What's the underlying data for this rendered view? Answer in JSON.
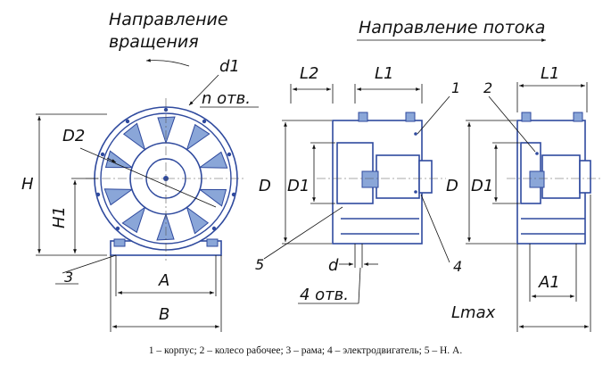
{
  "headings": {
    "rotation_direction": [
      "Направление",
      "вращения"
    ],
    "flow_direction": "Направление потока"
  },
  "labels": {
    "d1": "d1",
    "n_holes": "n отв.",
    "D2": "D2",
    "H": "H",
    "H1": "H1",
    "A": "A",
    "B": "B",
    "callout_3": "3",
    "L2": "L2",
    "L1": "L1",
    "D": "D",
    "D1": "D1",
    "d": "d",
    "four_holes": "4 отв.",
    "callout_1": "1",
    "callout_4": "4",
    "callout_5": "5",
    "callout_2": "2",
    "L1_right": "L1",
    "D_right": "D",
    "D1_right": "D1",
    "A1": "A1",
    "Lmax": "Lmax"
  },
  "caption": "1 – корпус; 2 – колесо рабочее; 3 – рама; 4 – электродвигатель; 5 – Н. А.",
  "colors": {
    "body_stroke": "#2f4a9e",
    "body_fill": "#8aa6d8",
    "line": "#111111"
  }
}
